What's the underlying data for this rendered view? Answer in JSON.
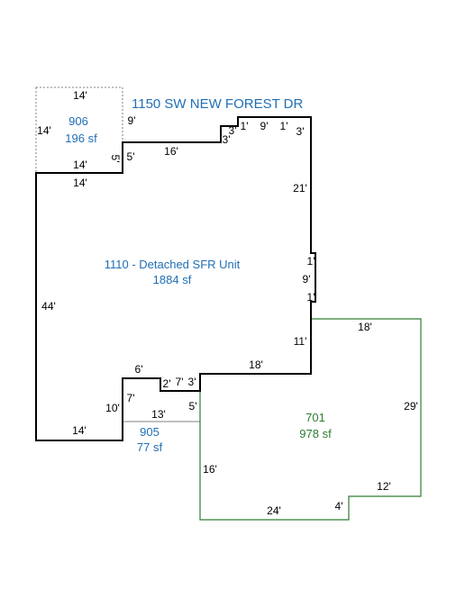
{
  "address": "1150 SW NEW FOREST DR",
  "colors": {
    "main_outline": "#000000",
    "blue_label": "#1f6fb5",
    "green_area": "#2e7d32",
    "gray_outline": "#808080"
  },
  "areas": {
    "main": {
      "code": "1110 - Detached SFR Unit",
      "size": "1884 sf"
    },
    "a906": {
      "code": "906",
      "size": "196 sf"
    },
    "a905": {
      "code": "905",
      "size": "77 sf"
    },
    "a701": {
      "code": "701",
      "size": "978 sf"
    }
  },
  "dims": {
    "d906_top": "14'",
    "d906_left": "14'",
    "d906_right": "9'",
    "d906_bottom": "14'",
    "main_top_left": "14'",
    "main_left": "44'",
    "main_bottom": "14'",
    "main_step_5_rot": "5'",
    "main_step_5": "5'",
    "main_16": "16'",
    "main_3a": "3'",
    "main_3b": "3'",
    "main_1a": "1'",
    "main_9": "9'",
    "main_1b": "1'",
    "main_3c": "3'",
    "main_21": "21'",
    "main_1c": "1'",
    "main_9b": "9'",
    "main_1d": "1'",
    "main_11": "11'",
    "main_18": "18'",
    "main_6": "6'",
    "main_2": "2'",
    "main_7a": "7'",
    "main_3d": "3'",
    "main_7b": "7'",
    "main_10": "10'",
    "d905_13": "13'",
    "d905_5": "5'",
    "d701_18": "18'",
    "d701_29": "29'",
    "d701_12": "12'",
    "d701_4": "4'",
    "d701_24": "24'",
    "d701_16": "16'"
  }
}
